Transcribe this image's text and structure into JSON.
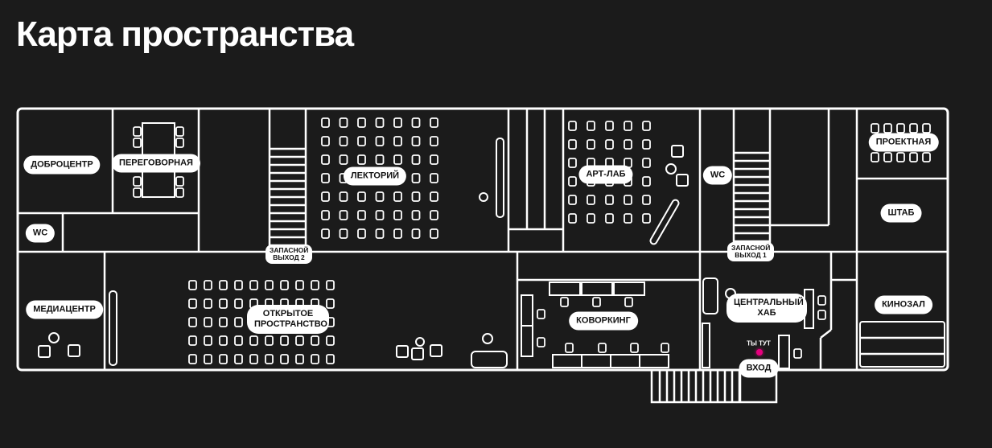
{
  "title": "Карта пространства",
  "rooms": {
    "dobrocentr": "ДОБРОЦЕНТР",
    "peregovornaya": "ПЕРЕГОВОРНАЯ",
    "wc_left": "WC",
    "mediacentr": "МЕДИАЦЕНТР",
    "lectorium": "ЛЕКТОРИЙ",
    "open_space": "ОТКРЫТОЕ ПРОСТРАНСТВО",
    "exit2": "ЗАПАСНОЙ ВЫХОД 2",
    "artlab": "АРТ-ЛАБ",
    "wc_right": "WC",
    "exit1": "ЗАПАСНОЙ ВЫХОД 1",
    "coworking": "КОВОРКИНГ",
    "central_hub": "ЦЕНТРАЛЬНЫЙ ХАБ",
    "proektnaya": "ПРОЕКТНАЯ",
    "shtab": "ШТАБ",
    "kinozal": "КИНОЗАЛ",
    "entrance": "ВХОД"
  },
  "you_are_here": "ТЫ ТУТ",
  "colors": {
    "background": "#1b1b1b",
    "walls": "#ffffff",
    "marker": "#e6007e"
  }
}
